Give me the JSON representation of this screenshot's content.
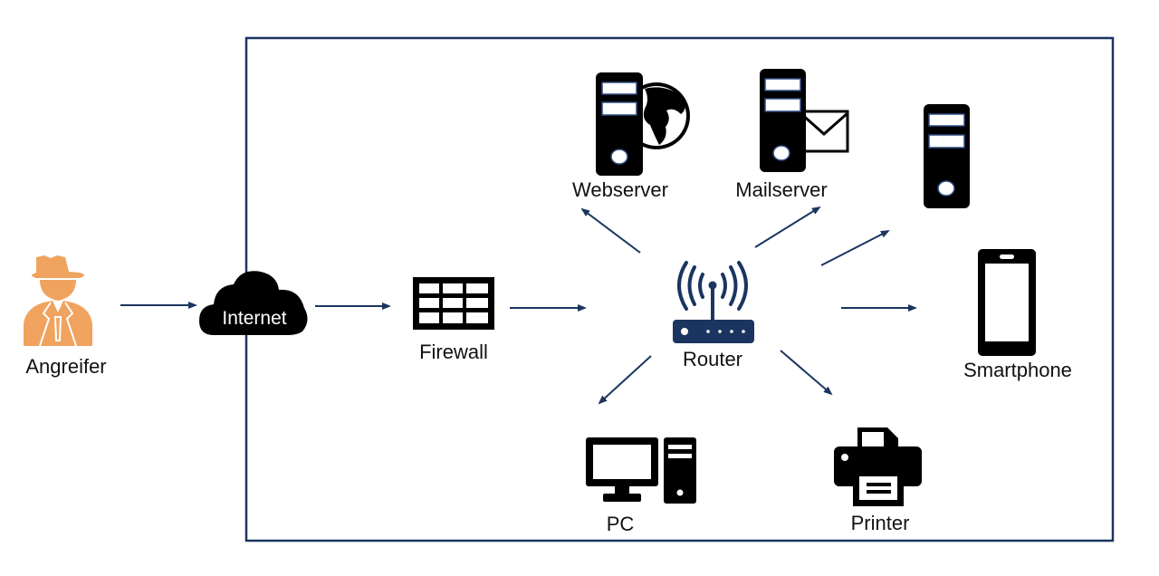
{
  "diagram": {
    "colors": {
      "accent": "#1b3560",
      "attacker": "#f0a35e",
      "icon": "#000000",
      "text": "#111111"
    },
    "nodes": {
      "attacker": {
        "label": "Angreifer",
        "icon": "hacker-icon"
      },
      "internet": {
        "label": "Internet",
        "icon": "cloud-icon"
      },
      "firewall": {
        "label": "Firewall",
        "icon": "firewall-icon"
      },
      "router": {
        "label": "Router",
        "icon": "router-icon"
      },
      "webserver": {
        "label": "Webserver",
        "icon": "webserver-icon"
      },
      "mailserver": {
        "label": "Mailserver",
        "icon": "mailserver-icon"
      },
      "server": {
        "label": "",
        "icon": "server-icon"
      },
      "smartphone": {
        "label": "Smartphone",
        "icon": "smartphone-icon"
      },
      "pc": {
        "label": "PC",
        "icon": "pc-icon"
      },
      "printer": {
        "label": "Printer",
        "icon": "printer-icon"
      }
    },
    "edges": [
      {
        "from": "attacker",
        "to": "internet"
      },
      {
        "from": "internet",
        "to": "firewall"
      },
      {
        "from": "firewall",
        "to": "router"
      },
      {
        "from": "router",
        "to": "webserver"
      },
      {
        "from": "router",
        "to": "mailserver"
      },
      {
        "from": "router",
        "to": "server"
      },
      {
        "from": "router",
        "to": "smartphone"
      },
      {
        "from": "router",
        "to": "pc"
      },
      {
        "from": "router",
        "to": "printer"
      }
    ]
  }
}
